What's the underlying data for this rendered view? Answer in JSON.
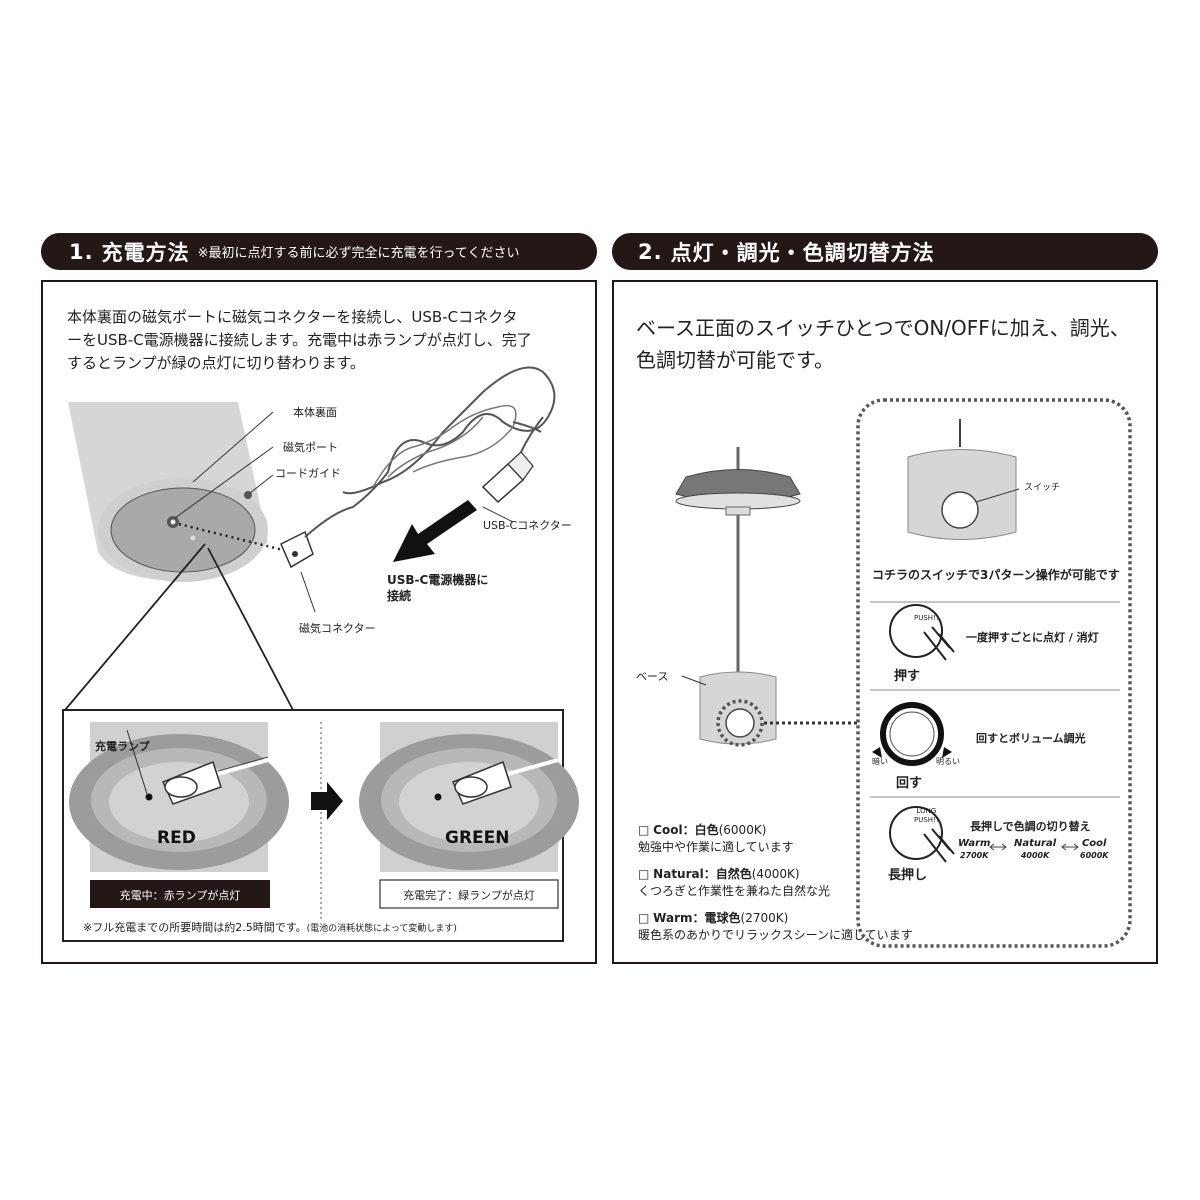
{
  "section1": {
    "number": "1.",
    "title": "充電方法",
    "subtitle": "※最初に点灯する前に必ず完全に充電を行ってください",
    "intro": [
      "本体裏面の磁気ポートに磁気コネクターを接続し、USB-Cコネクタ",
      "ーをUSB-C電源機器に接続します。充電中は赤ランプが点灯し、完了",
      "するとランプが緑の点灯に切り替わります。"
    ],
    "labels": {
      "body_back": "本体裏面",
      "magnetic_port": "磁気ポート",
      "cord_guide": "コードガイド",
      "usbc_connector": "USB-Cコネクター",
      "connect_power_1": "USB-C電源機器に",
      "connect_power_2": "接続",
      "magnetic_connector": "磁気コネクター",
      "charge_lamp": "充電ランプ"
    },
    "states": [
      {
        "word": "RED",
        "caption": "充電中：赤ランプが点灯"
      },
      {
        "word": "GREEN",
        "caption": "充電完了：緑ランプが点灯"
      }
    ],
    "note": "※フル充電までの所要時間は約2.5時間です。",
    "note_small": "(電池の消耗状態によって変動します)"
  },
  "section2": {
    "number": "2.",
    "title": "点灯・調光・色調切替方法",
    "intro": [
      "ベース正面のスイッチひとつでON/OFFに加え、調光、",
      "色調切替が可能です。"
    ],
    "base_label": "ベース",
    "switch_label": "スイッチ",
    "patterns_title": "コチラのスイッチで3パターン操作が可能です",
    "ops": [
      {
        "tag": "PUSH!!",
        "name": "押す",
        "desc": "一度押すごとに点灯 / 消灯"
      },
      {
        "name": "回す",
        "desc": "回すとボリューム調光",
        "dark": "暗い",
        "bright": "明るい"
      },
      {
        "tag1": "LONG",
        "tag2": "PUSH!!",
        "name": "長押し",
        "desc": "長押しで色調の切り替え",
        "cycle": [
          {
            "name": "Warm",
            "k": "2700K"
          },
          {
            "name": "Natural",
            "k": "4000K"
          },
          {
            "name": "Cool",
            "k": "6000K"
          }
        ]
      }
    ],
    "modes": [
      {
        "box": "□",
        "en": "Cool：",
        "jp": "白色",
        "k": "(6000K)",
        "desc": "勉強中や作業に適しています"
      },
      {
        "box": "□",
        "en": "Natural：",
        "jp": "自然色",
        "k": "(4000K)",
        "desc": "くつろぎと作業性を兼ねた自然な光"
      },
      {
        "box": "□",
        "en": "Warm：",
        "jp": "電球色",
        "k": "(2700K)",
        "desc": "暖色系のあかりでリラックスシーンに適しています"
      }
    ]
  },
  "colors": {
    "dark": "#231815",
    "gray": "#bdbdbd",
    "light_gray": "#e2e2e2"
  }
}
